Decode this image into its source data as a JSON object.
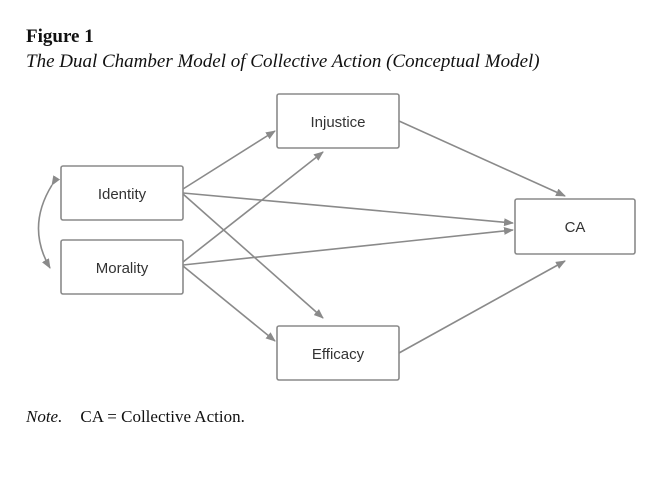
{
  "figure": {
    "label": "Figure 1",
    "title": "The Dual Chamber Model of Collective Action (Conceptual Model)"
  },
  "diagram": {
    "nodes": {
      "identity": "Identity",
      "morality": "Morality",
      "injustice": "Injustice",
      "efficacy": "Efficacy",
      "ca": "CA"
    },
    "edges": [
      {
        "from": "identity",
        "to": "injustice"
      },
      {
        "from": "identity",
        "to": "efficacy"
      },
      {
        "from": "identity",
        "to": "ca"
      },
      {
        "from": "morality",
        "to": "injustice"
      },
      {
        "from": "morality",
        "to": "efficacy"
      },
      {
        "from": "morality",
        "to": "ca"
      },
      {
        "from": "injustice",
        "to": "ca"
      },
      {
        "from": "efficacy",
        "to": "ca"
      },
      {
        "from": "identity",
        "to": "morality",
        "type": "bidirectional-curve"
      }
    ],
    "colors": {
      "stroke": "#8a8a8a",
      "text": "#333333"
    }
  },
  "note": {
    "label": "Note.",
    "text": "CA = Collective Action."
  }
}
